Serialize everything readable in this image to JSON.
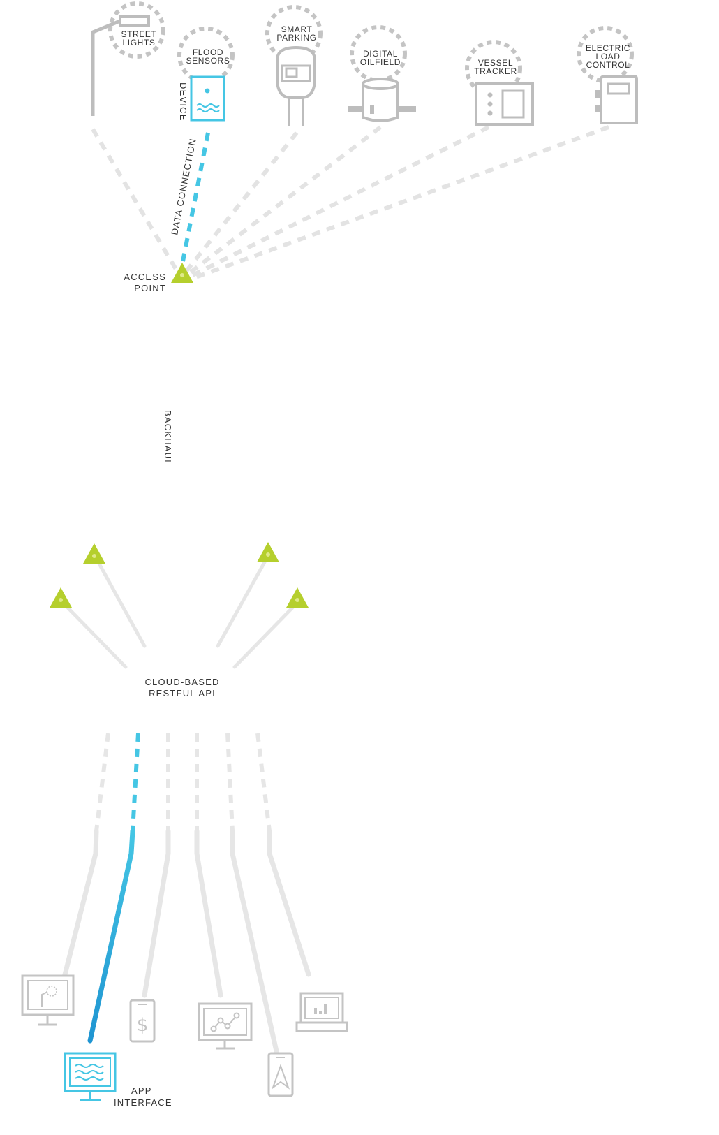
{
  "devices": {
    "street_lights": [
      "STREET",
      "LIGHTS"
    ],
    "flood_sensors": [
      "FLOOD",
      "SENSORS"
    ],
    "smart_parking": [
      "SMART",
      "PARKING"
    ],
    "digital_oilfield": [
      "DIGITAL",
      "OILFIELD"
    ],
    "vessel_tracker": [
      "VESSEL",
      "TRACKER"
    ],
    "electric_load_control": [
      "ELECTRIC",
      "LOAD",
      "CONTROL"
    ]
  },
  "labels": {
    "device": "DEVICE",
    "data_connection": "DATA CONNECTION",
    "access_point": [
      "ACCESS",
      "POINT"
    ],
    "backhaul": "BACKHAUL",
    "cloud_api": [
      "CLOUD-BASED",
      "RESTFUL API"
    ],
    "app_interface": [
      "APP",
      "INTERFACE"
    ]
  },
  "icons": [
    "street-light-icon",
    "flood-sensor-icon",
    "parking-meter-icon",
    "oil-tank-icon",
    "vessel-tracker-icon",
    "load-control-icon",
    "access-point-icon",
    "monitor-icon",
    "phone-dollar-icon",
    "monitor-chart-icon",
    "phone-navigation-icon",
    "laptop-chart-icon",
    "app-interface-monitor-icon"
  ],
  "colors": {
    "gray": "#bdbdbd",
    "light_gray": "#e6e6e6",
    "blue": "#29a6db",
    "cyan": "#45c6e4",
    "lime": "#b5cf2d"
  }
}
